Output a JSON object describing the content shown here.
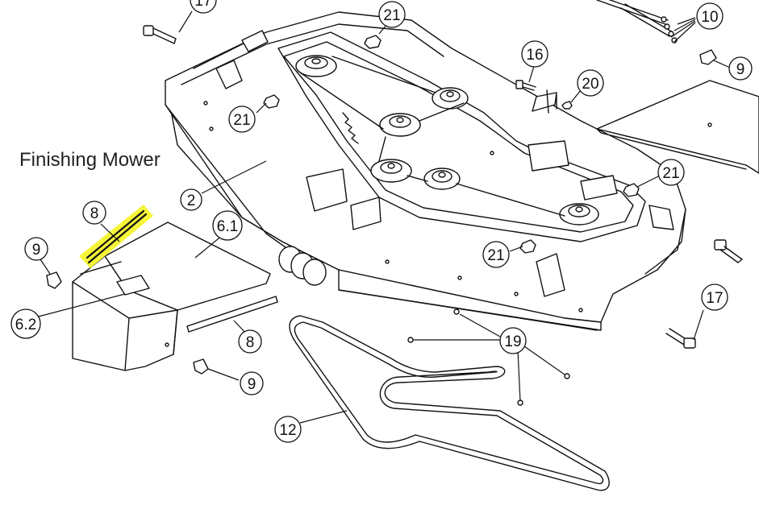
{
  "heading": "Finishing Mower",
  "highlight_color": "#f5f53a",
  "callouts": {
    "c17_top": "17",
    "c21_top": "21",
    "c10": "10",
    "c9_right": "9",
    "c16": "16",
    "c20": "20",
    "c21_left": "21",
    "c21_right": "21",
    "c2": "2",
    "c8_top": "8",
    "c6_1": "6.1",
    "c9_left": "9",
    "c21_mid": "21",
    "c6_2": "6.2",
    "c8_bottom": "8",
    "c17_right": "17",
    "c19": "19",
    "c9_bottom": "9",
    "c12": "12"
  }
}
